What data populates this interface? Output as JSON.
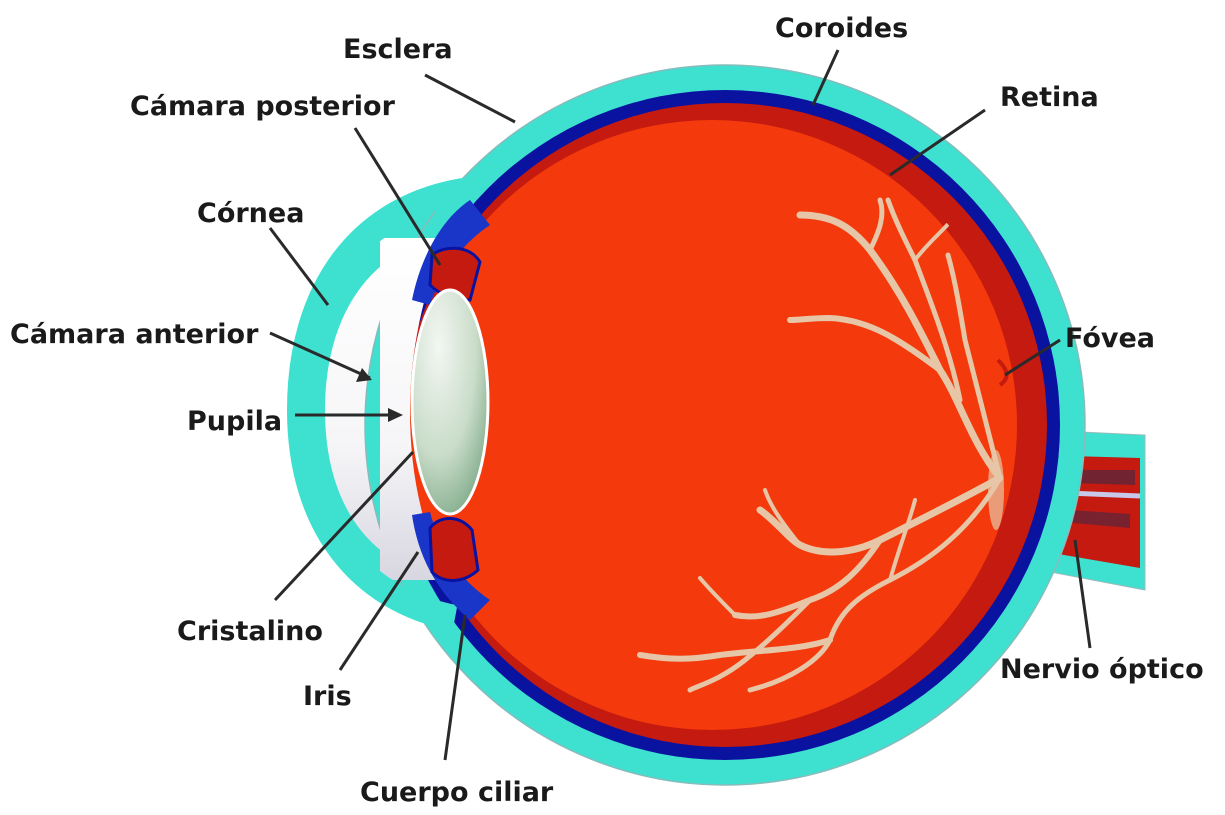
{
  "labels": {
    "esclera": "Esclera",
    "coroides": "Coroides",
    "retina": "Retina",
    "camara_posterior": "Cámara posterior",
    "cornea": "Córnea",
    "camara_anterior": "Cámara anterior",
    "fovea": "Fóvea",
    "pupila": "Pupila",
    "cristalino": "Cristalino",
    "iris": "Iris",
    "nervio_optico": "Nervio óptico",
    "cuerpo_ciliar": "Cuerpo ciliar"
  },
  "colors": {
    "sclera": "#3ee0d0",
    "choroid": "#0a12a0",
    "retina": "#c41a10",
    "vitreous": "#f43a0c",
    "lens_light": "#eef4ee",
    "lens_dark": "#7fb08a",
    "vessels": "#e8c8a8",
    "iris": "#1a36c8",
    "anterior_chamber": "#ffffff",
    "label_text": "#1a1a1a"
  }
}
